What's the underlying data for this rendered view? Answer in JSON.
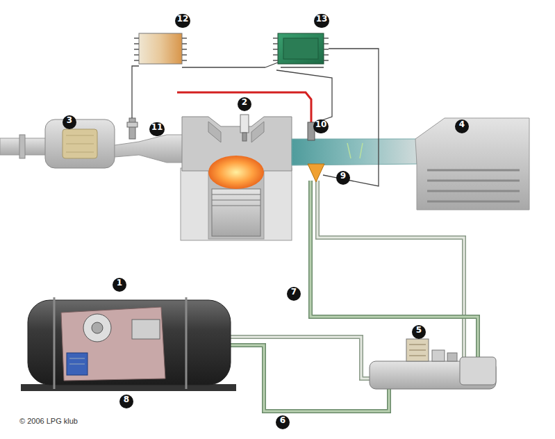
{
  "diagram": {
    "labels": [
      "12",
      "13",
      "2",
      "3",
      "11",
      "10",
      "4",
      "9",
      "1",
      "7",
      "5",
      "8",
      "6",
      "© 2006 LPG klub"
    ]
  }
}
